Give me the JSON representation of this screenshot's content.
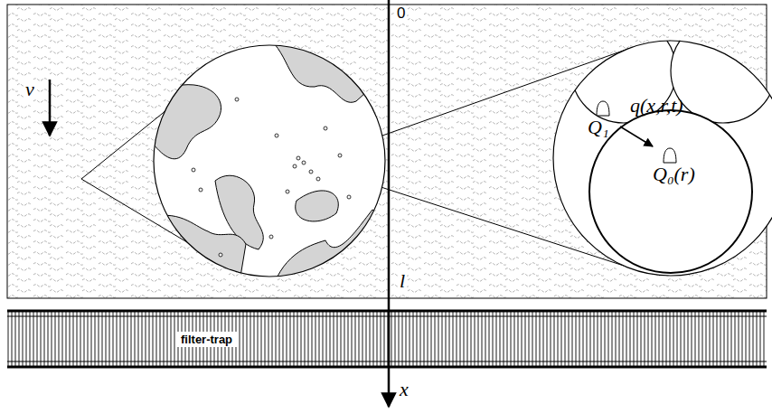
{
  "diagram": {
    "nodes": [
      {
        "text": [
          "filter-trap"
        ]
      }
    ],
    "labels": [
      "0",
      "v",
      "l",
      "x",
      "Q₁",
      "q(x,r,t)",
      "Q₀(r)"
    ]
  }
}
